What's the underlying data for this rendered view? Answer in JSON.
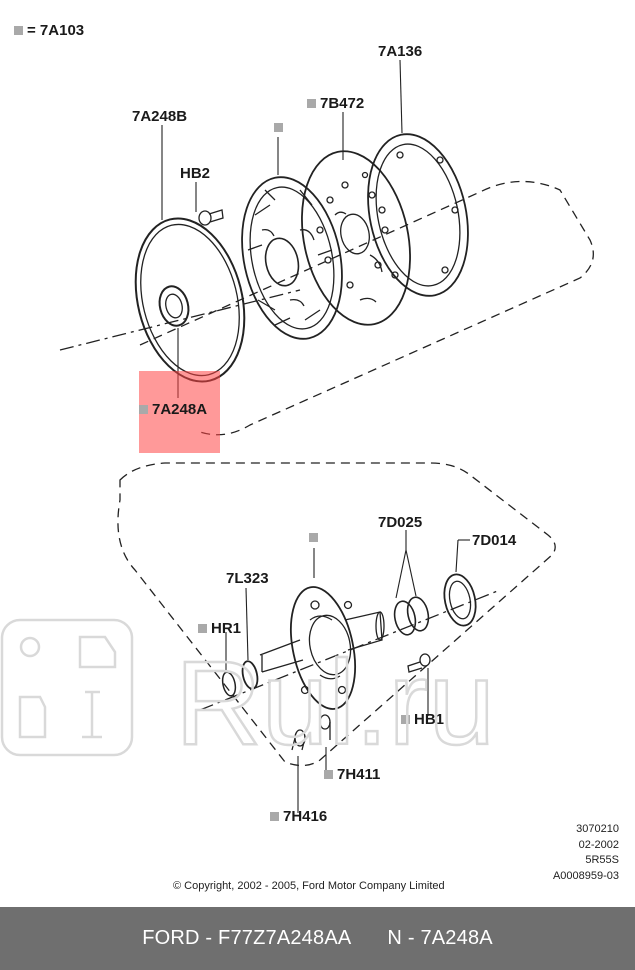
{
  "legend": {
    "label": "= 7A103"
  },
  "labels": {
    "l_7A136": "7A136",
    "l_7B472": "7B472",
    "l_7A248B": "7A248B",
    "l_HB2": "HB2",
    "l_7A248A": "7A248A",
    "l_7D025": "7D025",
    "l_7D014": "7D014",
    "l_7L323": "7L323",
    "l_HR1": "HR1",
    "l_HB1": "HB1",
    "l_7H411": "7H411",
    "l_7H416": "7H416"
  },
  "info": {
    "line1": "3070210",
    "line2": "02-2002",
    "line3": "5R55S",
    "line4": "A0008959-03"
  },
  "copyright": "© Copyright, 2002 - 2005, Ford Motor Company Limited",
  "watermark": "Rul.ru",
  "footer": {
    "left": "FORD - F77Z7A248AA",
    "right": "N - 7A248A"
  },
  "colors": {
    "highlight": "#ff4646",
    "footer_bg": "#6f6f6f",
    "marker": "#a9a9a9"
  }
}
